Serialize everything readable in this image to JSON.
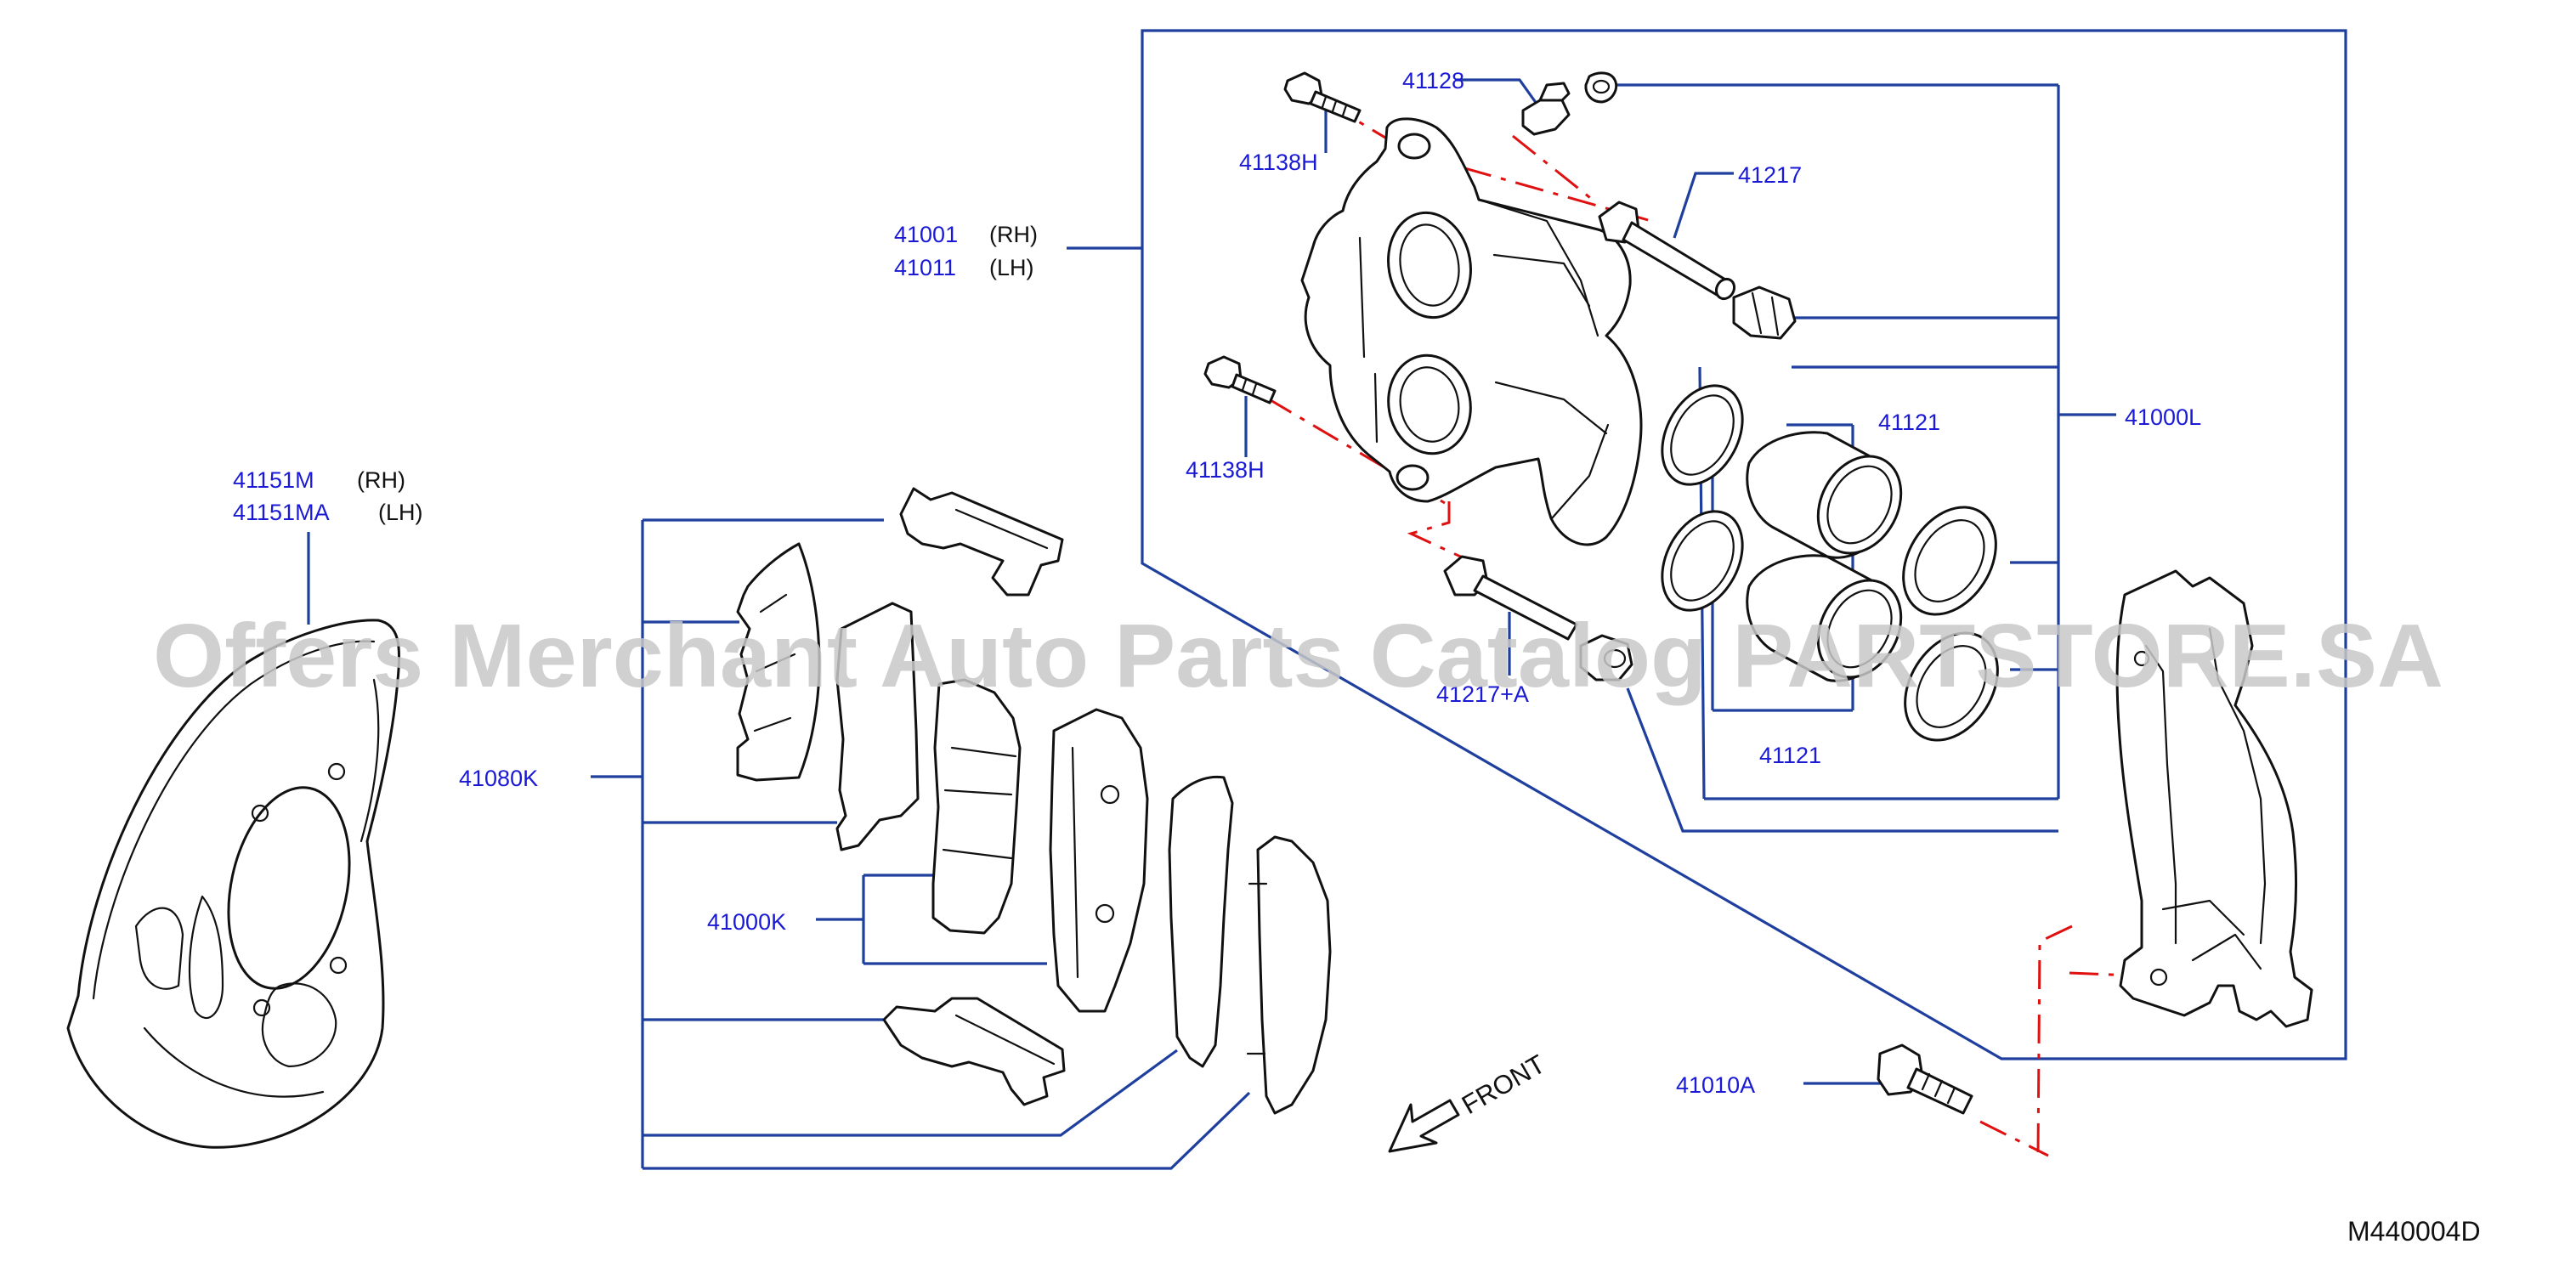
{
  "diagram": {
    "labels": {
      "l41128": "41128",
      "l41138h_top": "41138H",
      "l41138h_bottom": "41138H",
      "l41217": "41217",
      "l41001": "41001",
      "l41001_side": "(RH)",
      "l41011": "41011",
      "l41011_side": "(LH)",
      "l41121_top": "41121",
      "l41121_bottom": "41121",
      "l41000l": "41000L",
      "l41151m": "41151M",
      "l41151m_side": "(RH)",
      "l41151ma": "41151MA",
      "l41151ma_side": "(LH)",
      "l41080k": "41080K",
      "l41000k": "41000K",
      "l41217a": "41217+A",
      "l41010a": "41010A"
    },
    "front_label": "FRONT",
    "reference_code": "M440004D",
    "watermark": "Offers Merchant Auto Parts Catalog PARTSTORE.SA"
  }
}
